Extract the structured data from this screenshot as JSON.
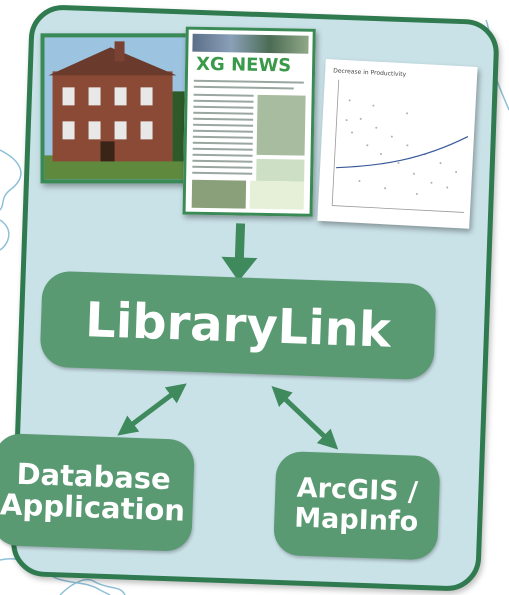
{
  "diagram": {
    "nodes": {
      "librarylink": {
        "label": "LibraryLink"
      },
      "database": {
        "line1": "Database",
        "line2": "Application"
      },
      "arcgis": {
        "line1": "ArcGIS /",
        "line2": "MapInfo"
      }
    },
    "edges": [
      {
        "from": "documents",
        "to": "librarylink",
        "direction": "one-way"
      },
      {
        "from": "librarylink",
        "to": "database",
        "direction": "two-way"
      },
      {
        "from": "librarylink",
        "to": "arcgis",
        "direction": "two-way"
      }
    ],
    "images": {
      "newsletter": {
        "logo_text": "XG NEWS"
      },
      "graph": {
        "title": "Decrease in Productivity"
      }
    }
  },
  "colors": {
    "panel_fill": "#c9e2e8",
    "panel_border": "#2f7a4f",
    "node_fill": "#5a9a73",
    "arrow": "#3f8a5c"
  }
}
